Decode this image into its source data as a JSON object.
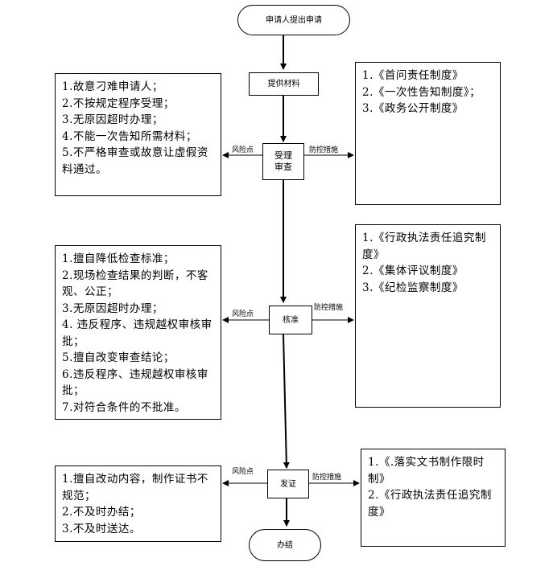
{
  "flow": {
    "start": "申请人提出申请",
    "provide": "提供材料",
    "accept": "受理\n审查",
    "verify": "核准",
    "issue": "发证",
    "end": "办结"
  },
  "edge_labels": {
    "risk": "风险点",
    "control": "防控措施"
  },
  "risks": {
    "accept": [
      "1.故意刁难申请人；",
      "2.不按规定程序受理；",
      "3.无原因超时办理；",
      "4.不能一次告知所需材料；",
      "5.不严格审查或故意让虚假资料通过。"
    ],
    "verify": [
      "1.擅自降低检查标准；",
      "2.现场检查结果的判断，不客观、公正；",
      "3.无原因超时办理；",
      "4. 违反程序、违规越权审核审批；",
      "5.擅自改变审查结论；",
      "6.违反程序、违规越权审核审批；",
      "7.对符合条件的不批准。"
    ],
    "issue": [
      "1.擅自改动内容，制作证书不规范；",
      "2.不及时办结；",
      "3.不及时送达。"
    ]
  },
  "controls": {
    "accept": [
      "1.《首问责任制度》",
      "2.《一次性告知制度》；",
      "3.《政务公开制度》"
    ],
    "verify": [
      "1.《行政执法责任追究制度》",
      "2.《集体评议制度》",
      "3.《纪检监察制度》"
    ],
    "issue": [
      "1.《.落实文书制作限时制》",
      "2.《行政执法责任追究制度》"
    ]
  }
}
